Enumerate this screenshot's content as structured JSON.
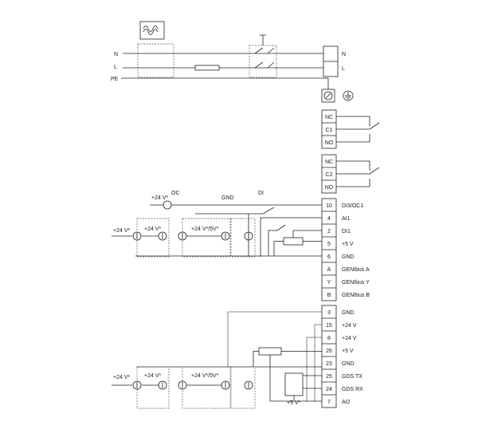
{
  "mains": {
    "labels": [
      "N",
      "L",
      "PE"
    ],
    "terminal_labels": [
      "N",
      "L"
    ]
  },
  "relays": [
    {
      "terminals": [
        "NC",
        "C1",
        "NO"
      ]
    },
    {
      "terminals": [
        "NC",
        "C2",
        "NO"
      ]
    }
  ],
  "upper_block": {
    "terminals": [
      {
        "num": "10",
        "label": "DI3/OC1"
      },
      {
        "num": "4",
        "label": "AI1"
      },
      {
        "num": "2",
        "label": "DI1"
      },
      {
        "num": "5",
        "label": "+5 V"
      },
      {
        "num": "6",
        "label": "GND"
      },
      {
        "num": "A",
        "label": "GENIbus A"
      },
      {
        "num": "Y",
        "label": "GENIbus Y"
      },
      {
        "num": "B",
        "label": "GENIbus B"
      }
    ],
    "annotations": {
      "oc_supply": "+24 V*",
      "oc": "OC",
      "gnd": "GND",
      "di": "DI"
    },
    "sensor_labels": [
      "+24 V*",
      "+24 V*",
      "+24 V*/5V*"
    ]
  },
  "lower_block": {
    "terminals": [
      {
        "num": "3",
        "label": "GND"
      },
      {
        "num": "15",
        "label": "+24 V"
      },
      {
        "num": "8",
        "label": "+24 V"
      },
      {
        "num": "26",
        "label": "+5 V"
      },
      {
        "num": "23",
        "label": "GND"
      },
      {
        "num": "25",
        "label": "GDS TX"
      },
      {
        "num": "24",
        "label": "GDS RX"
      },
      {
        "num": "7",
        "label": "AI2"
      }
    ],
    "sensor_labels": [
      "+24 V*",
      "+24 V*",
      "+24 V*/5V*"
    ],
    "gds_supply": "+5 V*"
  }
}
